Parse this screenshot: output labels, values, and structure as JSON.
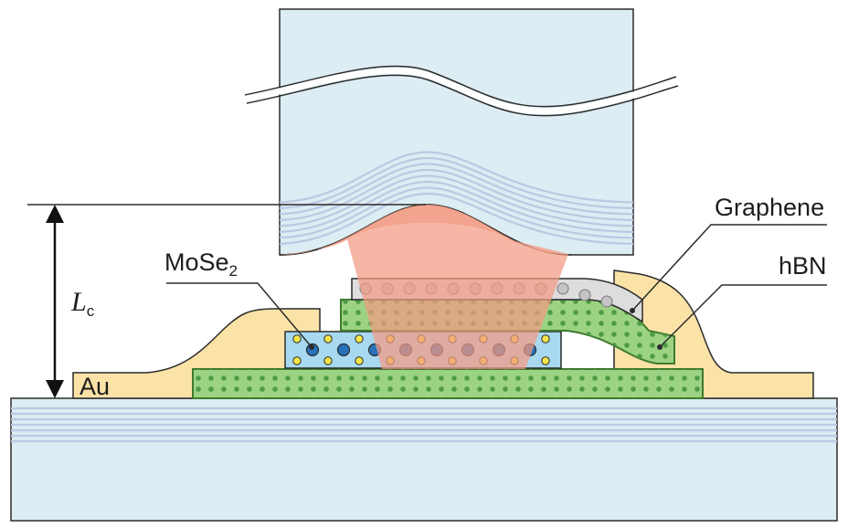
{
  "labels": {
    "graphene": "Graphene",
    "hbn": "hBN",
    "mose2_main": "MoSe",
    "mose2_sub": "2",
    "lc_main": "L",
    "lc_sub": "c",
    "au": "Au"
  },
  "colors": {
    "mirror": "#dcedf3",
    "mirror_stripe": "#bcc9e3",
    "laser": "#f29a82",
    "gold": "#fbe2a7",
    "hbn_fill": "#9bd383",
    "hbn_stroke": "#3e7a2e",
    "graphene_fill": "#dddddd",
    "mose2_fill": "#a8d9f0",
    "mose2_atom_blue": "#2870b8",
    "mose2_atom_yellow": "#f4e54a",
    "outline": "#2b2b2b"
  }
}
